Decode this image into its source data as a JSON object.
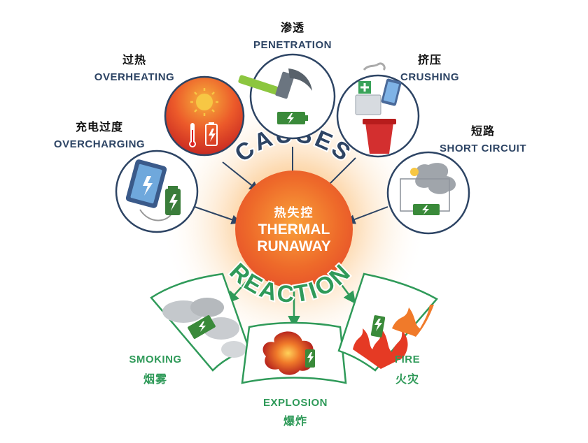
{
  "center": {
    "cn": "热失控",
    "line1": "THERMAL",
    "line2": "RUNAWAY"
  },
  "arcs": {
    "causes": "CAUSES",
    "reaction": "REACTION"
  },
  "causes": [
    {
      "id": "overcharging",
      "cn": "充电过度",
      "en": "OVERCHARGING"
    },
    {
      "id": "overheating",
      "cn": "过热",
      "en": "OVERHEATING"
    },
    {
      "id": "penetration",
      "cn": "渗透",
      "en": "PENETRATION"
    },
    {
      "id": "crushing",
      "cn": "挤压",
      "en": "CRUSHING"
    },
    {
      "id": "short_circuit",
      "cn": "短路",
      "en": "SHORT CIRCUIT"
    }
  ],
  "reactions": [
    {
      "id": "smoking",
      "cn": "烟雾",
      "en": "SMOKING"
    },
    {
      "id": "explosion",
      "cn": "爆炸",
      "en": "EXPLOSION"
    },
    {
      "id": "fire",
      "cn": "火灾",
      "en": "FIRE"
    }
  ],
  "colors": {
    "navy": "#2d4464",
    "green": "#2f9a59",
    "orange": "#f08a2c",
    "red": "#e0342a"
  }
}
